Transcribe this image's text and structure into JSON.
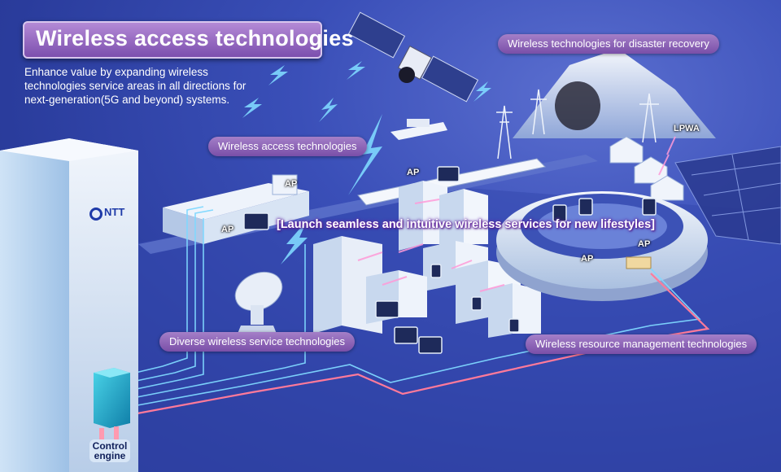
{
  "title": "Wireless access technologies",
  "subtitle": "Enhance value by expanding wireless technologies service areas in all directions for next-generation(5G and beyond) systems.",
  "headline": "[Launch seamless and intuitive wireless services for new lifestyles]",
  "labels": {
    "disaster": "Wireless technologies for disaster recovery",
    "access": "Wireless access technologies",
    "diverse": "Diverse wireless service technologies",
    "resource": "Wireless resource management technologies"
  },
  "ap_label": "AP",
  "lpwa_label": "LPWA",
  "ntt_label": "NTT",
  "engine_label": [
    "Control",
    "engine"
  ],
  "colors": {
    "background": "#2c3f9e",
    "pill": "#8a5cb8",
    "blue_line": "#7fd8ff",
    "red_line": "#ff7a9a"
  }
}
